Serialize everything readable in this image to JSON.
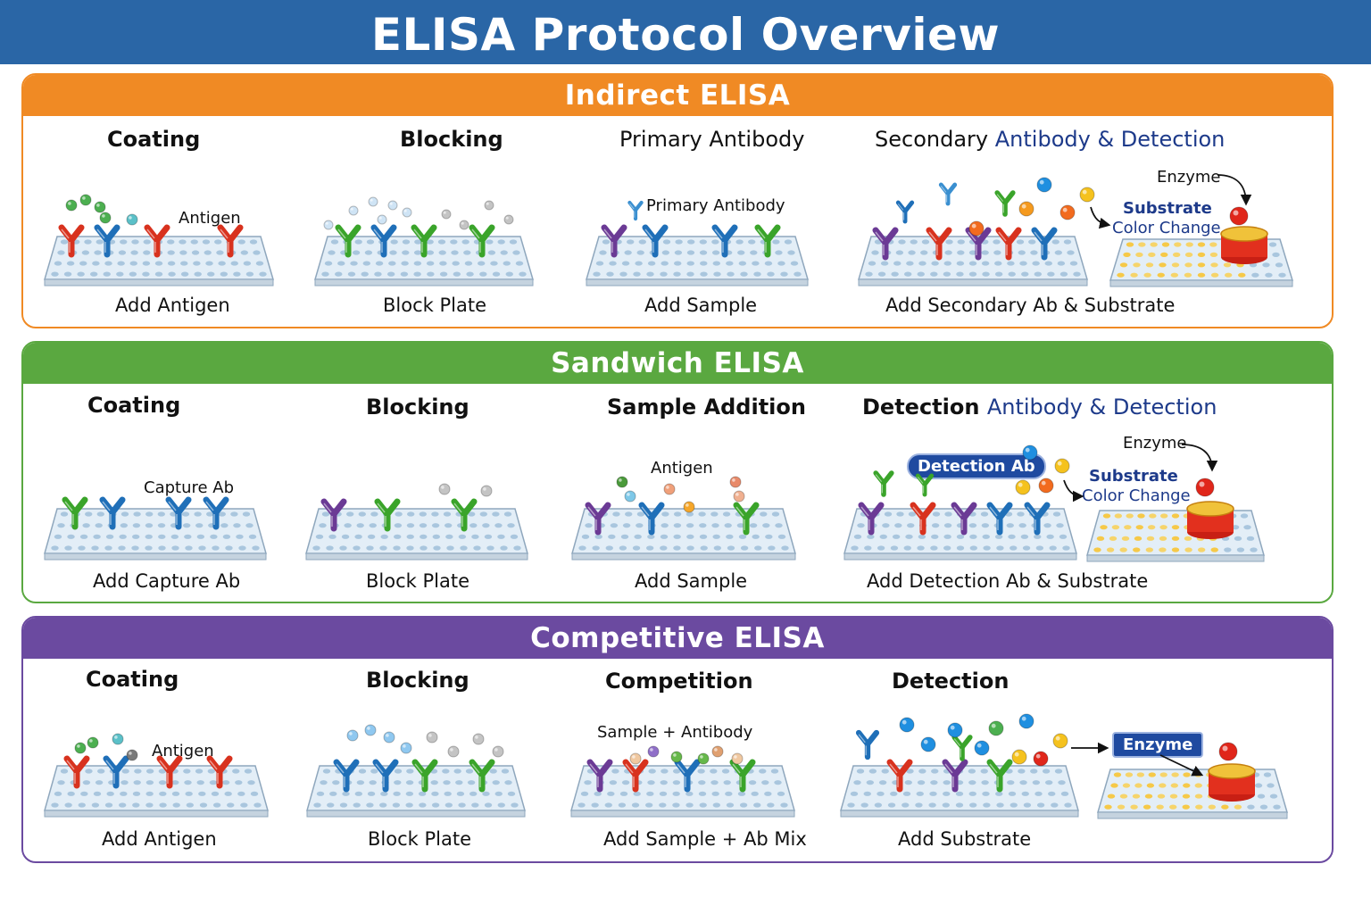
{
  "title": "ELISA Protocol Overview",
  "colors": {
    "header": "#2a66a6",
    "indirect": "#f08a24",
    "sandwich": "#5aa840",
    "competitive": "#6b4aa0",
    "highlight_text": "#1d3a8a"
  },
  "indirect": {
    "heading": "Indirect ELISA",
    "steps": [
      {
        "title": "Coating",
        "caption": "Add Antigen",
        "label": "Antigen"
      },
      {
        "title": "Blocking",
        "caption": "Block Plate"
      },
      {
        "title": "Primary Antibody",
        "caption": "Add Sample",
        "label": "Primary Antibody"
      },
      {
        "title_a": "Secondary",
        "title_b": "Antibody & Detection",
        "caption": "Add Secondary Ab & Substrate",
        "enzyme": "Enzyme",
        "substrate": "Substrate",
        "color_change": "Color Change"
      }
    ]
  },
  "sandwich": {
    "heading": "Sandwich ELISA",
    "steps": [
      {
        "title": "Coating",
        "caption": "Add Capture Ab",
        "label": "Capture Ab"
      },
      {
        "title": "Blocking",
        "caption": "Block Plate"
      },
      {
        "title": "Sample Addition",
        "caption": "Add Sample",
        "label": "Antigen"
      },
      {
        "title_a": "Detection",
        "title_b": "Antibody & Detection",
        "caption": "Add Detection Ab & Substrate",
        "badge": "Detection Ab",
        "enzyme": "Enzyme",
        "substrate": "Substrate",
        "color_change": "Color Change"
      }
    ]
  },
  "competitive": {
    "heading": "Competitive ELISA",
    "steps": [
      {
        "title": "Coating",
        "caption": "Add Antigen",
        "label": "Antigen"
      },
      {
        "title": "Blocking",
        "caption": "Block Plate"
      },
      {
        "title": "Competition",
        "caption": "Add Sample + Ab Mix",
        "label": "Sample + Antibody"
      },
      {
        "title": "Detection",
        "caption": "Add Substrate",
        "badge": "Enzyme"
      }
    ]
  }
}
